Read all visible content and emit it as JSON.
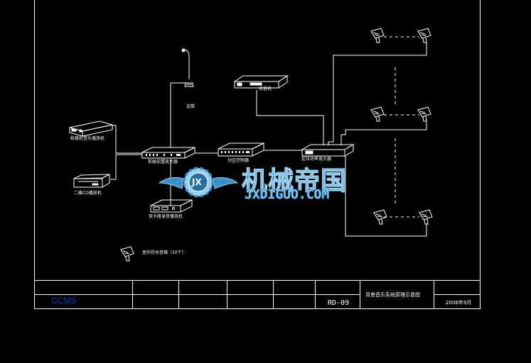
{
  "labels": {
    "dvd_player": "影碟机音乐播放机",
    "cd_player": "二碟CD播放机",
    "amp_main": "前级前置放大器",
    "fm_player": "双卡座录音播放机",
    "mixer": "分区控制器",
    "amp_power": "定压功率放大器",
    "microphone": "话筒",
    "tuner": "收音机",
    "speaker_legend": "室外防水音箱（30个）"
  },
  "title_block": {
    "company": "CCMS",
    "drawing_no": "RD-09",
    "drawing_title": "背景音乐系统原理示意图",
    "date": "2006年5月"
  },
  "watermark": {
    "brand_cn": "机械帝国",
    "brand_en": "JXDIGUO.COM",
    "badge": "JX"
  },
  "colors": {
    "background": "#000000",
    "line": "#ffffff",
    "company_text": "#1f34c9",
    "watermark_blue": "#3a8fc9",
    "watermark_light": "#9ad0ee"
  }
}
